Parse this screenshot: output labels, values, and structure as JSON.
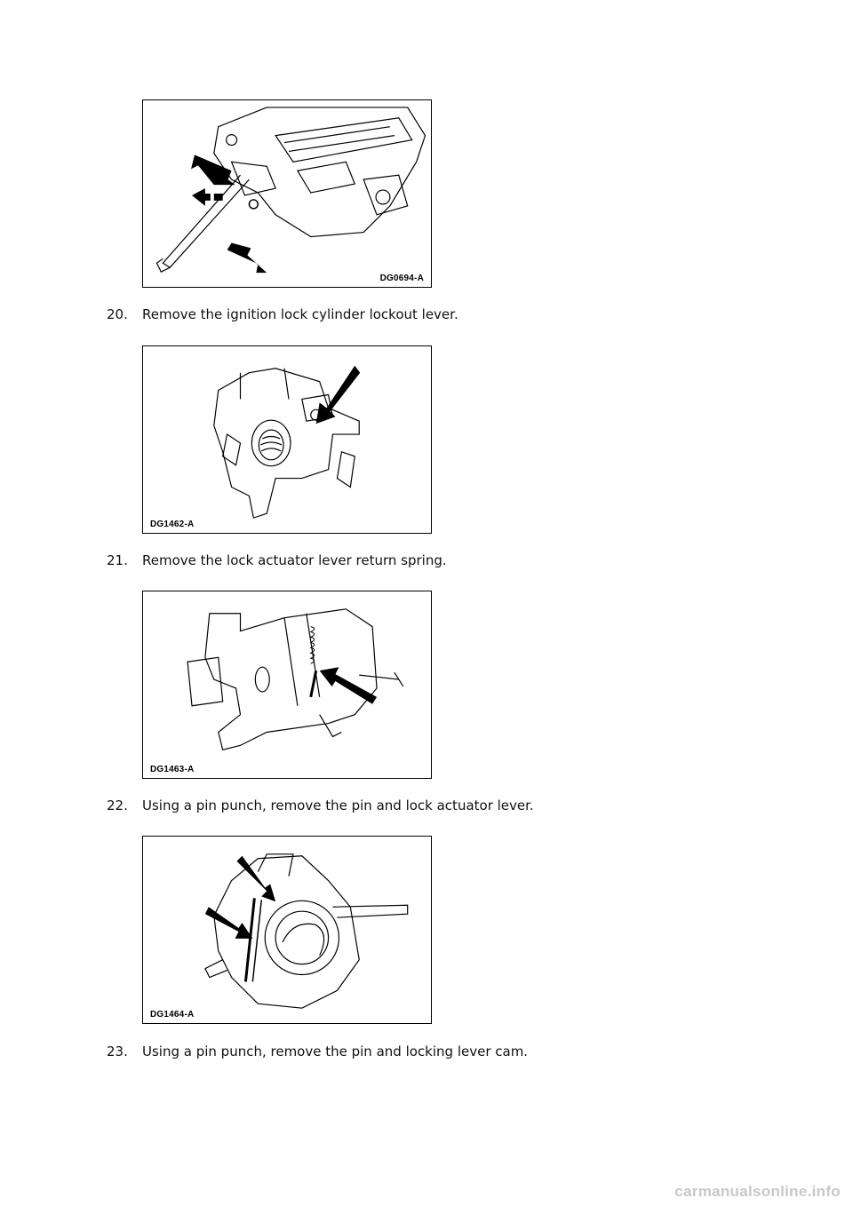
{
  "figures": [
    {
      "id": "DG0694-A"
    },
    {
      "id": "DG1462-A"
    },
    {
      "id": "DG1463-A"
    },
    {
      "id": "DG1464-A"
    }
  ],
  "steps": [
    {
      "number": "20.",
      "text": "Remove the ignition lock cylinder lockout lever."
    },
    {
      "number": "21.",
      "text": "Remove the lock actuator lever return spring."
    },
    {
      "number": "22.",
      "text": "Using a pin punch, remove the pin and lock actuator lever."
    },
    {
      "number": "23.",
      "text": "Using a pin punch, remove the pin and locking lever cam."
    }
  ],
  "watermark": "carmanualsonline.info"
}
